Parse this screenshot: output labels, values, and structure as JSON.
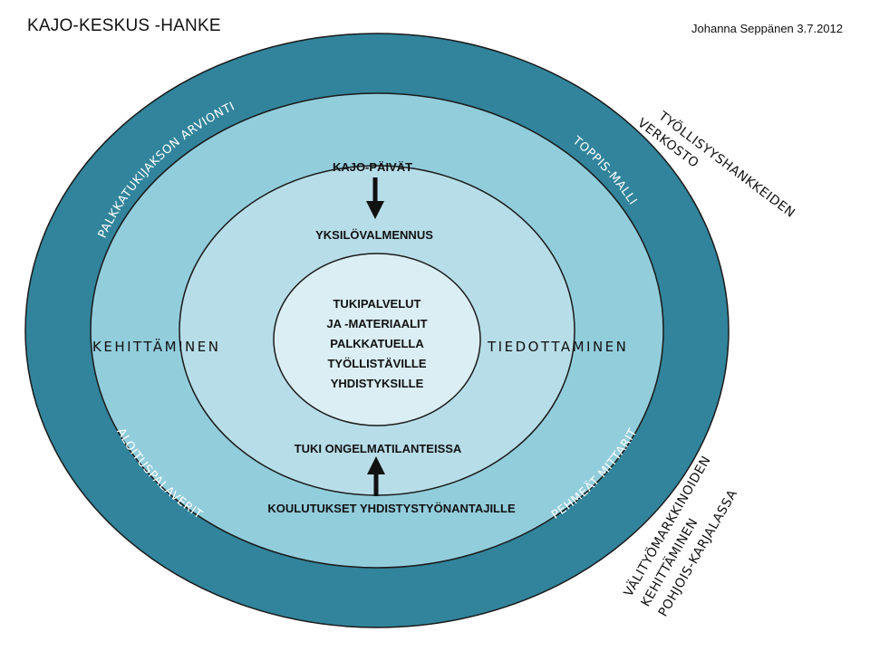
{
  "header": {
    "title": "KAJO-KESKUS -HANKE",
    "author_date": "Johanna Seppänen 3.7.2012"
  },
  "rings": {
    "outer_top_left": "PALKKATUKIJAKSON ARVIONTI",
    "outer_top_right": "TOPPIS-MALLI",
    "outer_bottom_left": "ALOITUSPALAVERIT",
    "outer_bottom_right": "PEHMEÄT MITTARIT"
  },
  "side": {
    "left": "KEHITTÄMINEN",
    "right": "TIEDOTTAMINEN"
  },
  "flow": {
    "top_start": "KAJO-PÄIVÄT",
    "top_end": "YKSILÖVALMENNUS",
    "bottom_end": "TUKI ONGELMATILANTEISSA",
    "bottom_start": "KOULUTUKSET YHDISTYSTYÖNANTAJILLE"
  },
  "center": {
    "lines": [
      "TUKIPALVELUT",
      "JA -MATERIAALIT",
      "PALKKATUELLA",
      "TYÖLLISTÄVILLE",
      "YHDISTYKSILLE"
    ]
  },
  "outside": {
    "top_right_lines": [
      "TYÖLLISYYSHANKKEIDEN",
      "VERKOSTO"
    ],
    "bottom_right_lines": [
      "VÄLITYÖMARKKINOIDEN",
      "KEHITTÄMINEN",
      "POHJOIS-KARJALASSA"
    ]
  },
  "colors": {
    "ring_outer": "#31849b",
    "ring_2": "#92cddc",
    "ring_3": "#b7dde8",
    "ring_center": "#daeef3",
    "stroke": "#1a1a1a"
  }
}
